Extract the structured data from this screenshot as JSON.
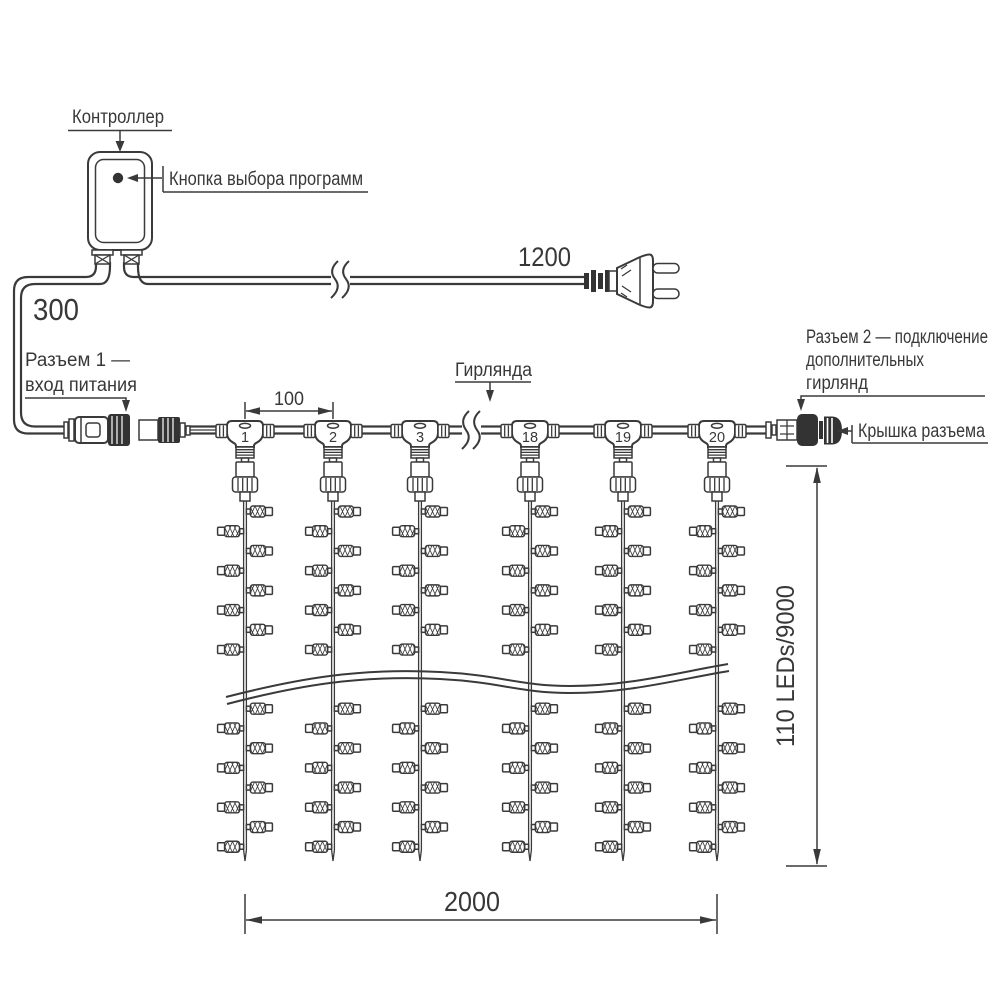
{
  "labels": {
    "controller": "Контроллер",
    "button": "Кнопка выбора программ",
    "power_cable_length": "1200",
    "lead_length": "300",
    "connector1_line1": "Разъем 1 —",
    "connector1_line2": "вход питания",
    "garland": "Гирлянда",
    "connector2_line1": "Разъем 2 — подключение",
    "connector2_line2": "дополнительных",
    "connector2_line3": "гирлянд",
    "cap": "Крышка разъема",
    "drop_spacing": "100",
    "curtain_width": "2000",
    "curtain_height": "110 LEDs/9000"
  },
  "drops": [
    {
      "label": "1"
    },
    {
      "label": "2"
    },
    {
      "label": "3"
    },
    {
      "label": "18"
    },
    {
      "label": "19"
    },
    {
      "label": "20"
    }
  ],
  "colors": {
    "line": "#3a3a3a",
    "dark": "#333333"
  }
}
